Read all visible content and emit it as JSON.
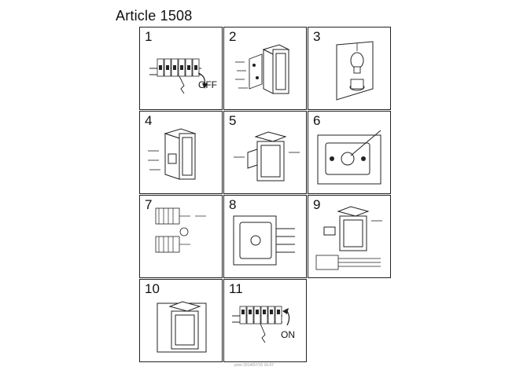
{
  "document": {
    "title": "Article 1508",
    "steps": [
      {
        "number": "1",
        "label": "OFF"
      },
      {
        "number": "2"
      },
      {
        "number": "3"
      },
      {
        "number": "4"
      },
      {
        "number": "5"
      },
      {
        "number": "6"
      },
      {
        "number": "7"
      },
      {
        "number": "8"
      },
      {
        "number": "9"
      },
      {
        "number": "10"
      },
      {
        "number": "11",
        "label": "ON"
      }
    ],
    "footer_stamp": "print 2014/07/15 16:07"
  },
  "colors": {
    "line": "#222222",
    "background": "#ffffff"
  },
  "icons": [
    "breaker-switch-icon",
    "hand-icon",
    "lamp-housing-icon",
    "screwdriver-icon",
    "bulb-icon",
    "mounting-plate-icon",
    "terminal-block-icon",
    "screw-icon"
  ]
}
